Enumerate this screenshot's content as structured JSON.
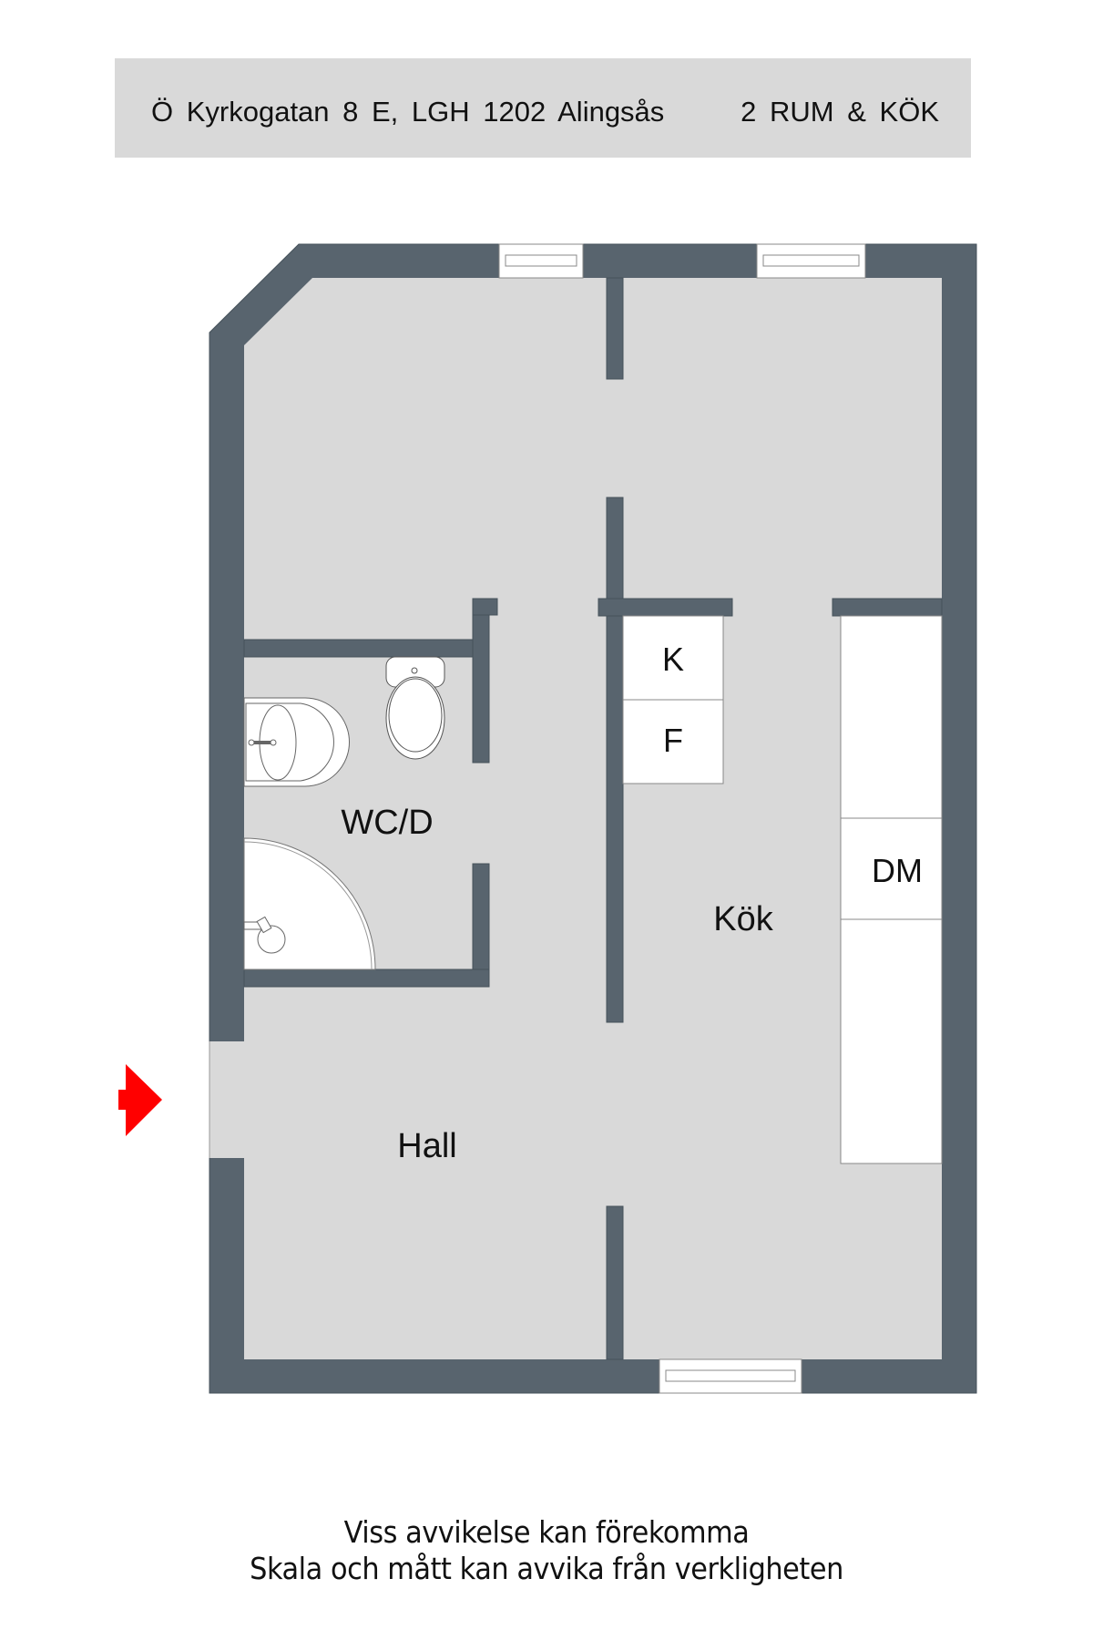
{
  "header": {
    "address": "Ö Kyrkogatan 8 E, LGH 1202 Alingsås",
    "apartment_type": "2 RUM & KÖK"
  },
  "rooms": {
    "wc": "WC/D",
    "kitchen": "Kök",
    "hall": "Hall"
  },
  "appliances": {
    "fridge_k": "K",
    "freezer_f": "F",
    "dishwasher": "DM"
  },
  "icons": {
    "entrance": "entrance-arrow-icon",
    "toilet": "toilet-icon",
    "sink": "sink-icon",
    "shower": "shower-icon"
  },
  "colors": {
    "wall": "#58646e",
    "floor": "#d9d9d9",
    "banner": "#d9d9d9",
    "entrance_arrow": "#ff0000"
  },
  "footer": {
    "line1": "Viss avvikelse kan förekomma",
    "line2": "Skala och mått kan avvika från verkligheten"
  }
}
